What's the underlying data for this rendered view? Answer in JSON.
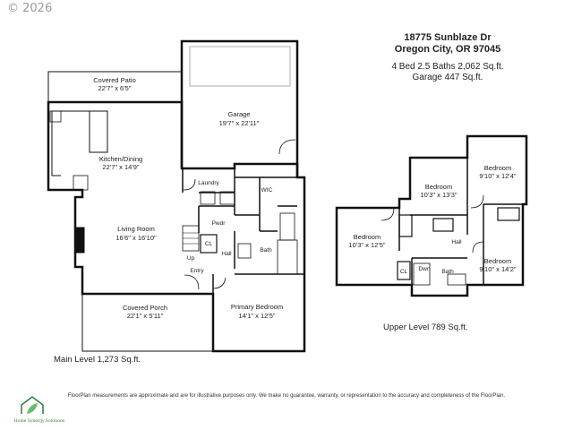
{
  "copyright": "© 2026",
  "address": {
    "line1": "18775 Sunblaze Dr",
    "line2": "Oregon City, OR 97045"
  },
  "summary": {
    "beds_baths_sqft": "4 Bed  2.5 Baths  2,062 Sq.ft.",
    "garage": "Garage  447 Sq.ft."
  },
  "main_level": {
    "label": "Main Level  1,273 Sq.ft.",
    "rooms": {
      "covered_patio": {
        "name": "Covered Patio",
        "dims": "22'7\" x 6'5\""
      },
      "garage": {
        "name": "Garage",
        "dims": "19'7\" x 22'11\""
      },
      "kitchen": {
        "name": "Kitchen/Dining",
        "dims": "22'7\" x 14'9\""
      },
      "laundry": {
        "name": "Laundry"
      },
      "wic": {
        "name": "WIC"
      },
      "pwdr": {
        "name": "Pwdr"
      },
      "living": {
        "name": "Living Room",
        "dims": "16'6\" x 16'10\""
      },
      "up": {
        "name": "Up"
      },
      "cl": {
        "name": "CL"
      },
      "hall": {
        "name": "Hall"
      },
      "bath": {
        "name": "Bath"
      },
      "entry": {
        "name": "Entry"
      },
      "covered_porch": {
        "name": "Covered Porch",
        "dims": "22'1\" x 5'11\""
      },
      "primary": {
        "name": "Primary Bedroom",
        "dims": "14'1\" x 12'5\""
      }
    }
  },
  "upper_level": {
    "label": "Upper Level  789 Sq.ft.",
    "rooms": {
      "bed_top_center": {
        "name": "Bedroom",
        "dims": "10'3\" x 13'3\""
      },
      "bed_top_right": {
        "name": "Bedroom",
        "dims": "9'10\" x 12'4\""
      },
      "bed_left": {
        "name": "Bedroom",
        "dims": "10'3\" x 12'5\""
      },
      "bed_bottom_right": {
        "name": "Bedroom",
        "dims": "9'10\" x 14'2\""
      },
      "cl": {
        "name": "CL"
      },
      "hall": {
        "name": "Hall"
      },
      "dwn": {
        "name": "Dwn"
      },
      "bath": {
        "name": "Bath"
      }
    }
  },
  "disclaimer": "FloorPlan measurements are approximate and are for illustrative purposes only. We make no guarantee, warranty, or representation to the accuracy and completeness of the FloorPlan.",
  "logo_caption": "Home Synergy Solutions"
}
